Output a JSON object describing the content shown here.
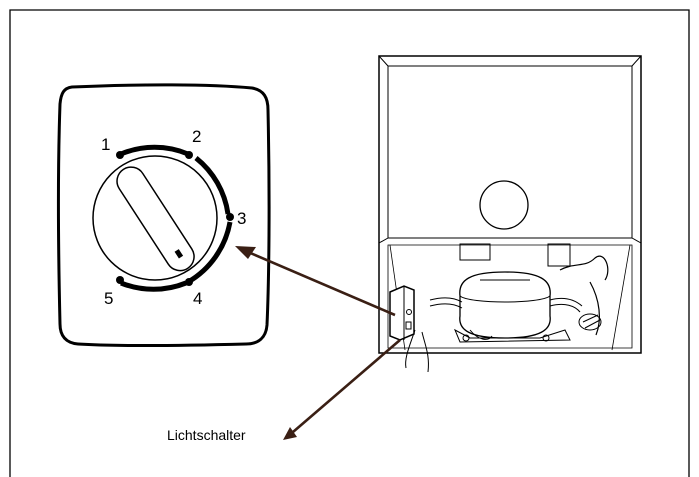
{
  "dial": {
    "settings": [
      "1",
      "2",
      "3",
      "4",
      "5"
    ]
  },
  "callout": {
    "label": "Lichtschalter"
  }
}
